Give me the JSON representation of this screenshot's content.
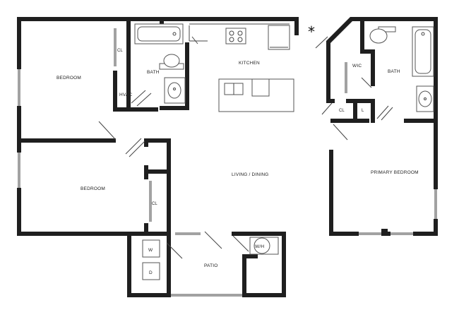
{
  "rooms": {
    "bedroom_1": "BEDROOM",
    "bedroom_2": "BEDROOM",
    "bath_1": "BATH",
    "bath_2": "BATH",
    "kitchen": "KITCHEN",
    "hvac": "HVAC",
    "closet_1": "CL",
    "closet_2": "CL",
    "closet_3": "CL",
    "linen": "L",
    "wic": "WIC",
    "living_dining": "LIVING / DINING",
    "primary_bedroom": "PRIMARY BEDROOM",
    "patio": "PATIO",
    "water_heater": "W/H",
    "washer": "W",
    "dryer": "D"
  },
  "marker": "*"
}
